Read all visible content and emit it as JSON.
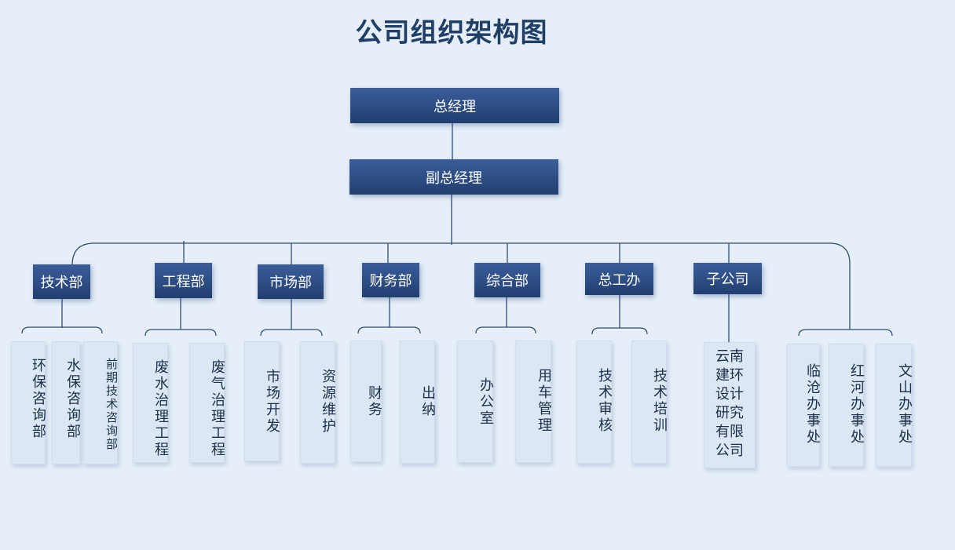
{
  "title": "公司组织架构图",
  "general_manager": "总经理",
  "deputy_general_manager": "副总经理",
  "departments": [
    {
      "name": "技术部",
      "units": [
        "环保咨询部",
        "水保咨询部",
        "前期技术咨询部"
      ]
    },
    {
      "name": "工程部",
      "units": [
        "废水治理工程",
        "废气治理工程"
      ]
    },
    {
      "name": "市场部",
      "units": [
        "市场开发",
        "资源维护"
      ]
    },
    {
      "name": "财务部",
      "units": [
        "财务",
        "出纳"
      ]
    },
    {
      "name": "综合部",
      "units": [
        "办公室",
        "用车管理"
      ]
    },
    {
      "name": "总工办",
      "units": [
        "技术审核",
        "技术培训"
      ]
    },
    {
      "name": "子公司",
      "units": [
        "云南建环设计研究有限公司"
      ]
    }
  ],
  "offices": [
    "临沧办事处",
    "红河办事处",
    "文山办事处"
  ],
  "colors": {
    "node": "#2c4d85",
    "line": "#2d4c73",
    "leaf": "#dbe7f4",
    "background": "#e6eff9"
  }
}
